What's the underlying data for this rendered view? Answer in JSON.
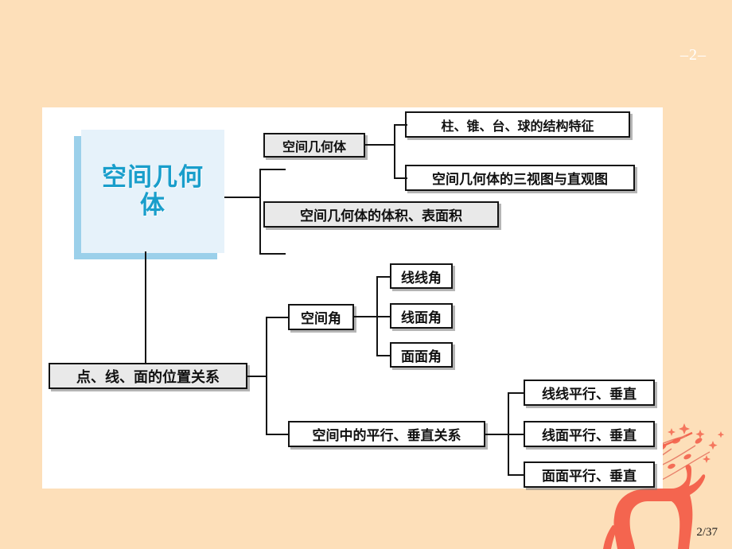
{
  "slide": {
    "number_marker": "–2–",
    "page_indicator": "2/37",
    "background_color": "#fddfb9",
    "panel_color": "#ffffff"
  },
  "decor": {
    "icon": "deer-and-branch-ornament",
    "color": "#f4654f"
  },
  "mindmap": {
    "root": {
      "label": "空间几何体",
      "fill_color": "#e6f2fa",
      "edge_color": "#9bd0ea",
      "text_color": "#199ecb"
    },
    "branches": [
      {
        "id": "solid-geometry",
        "label": "空间几何体",
        "style": "shaded",
        "children": [
          {
            "id": "structure-features",
            "label": "柱、锥、台、球的结构特征",
            "style": "plain-bold"
          },
          {
            "id": "three-views",
            "label": "空间几何体的三视图与直观图",
            "style": "plain-serif"
          }
        ]
      },
      {
        "id": "volume-surface",
        "label": "空间几何体的体积、表面积",
        "style": "shaded",
        "children": []
      },
      {
        "id": "point-line-plane",
        "label": "点、线、面的位置关系",
        "style": "shaded",
        "children": [
          {
            "id": "spatial-angle",
            "label": "空间角",
            "style": "plain-serif",
            "children": [
              {
                "id": "line-line-angle",
                "label": "线线角"
              },
              {
                "id": "line-plane-angle",
                "label": "线面角"
              },
              {
                "id": "plane-plane-angle",
                "label": "面面角"
              }
            ]
          },
          {
            "id": "parallel-perpendicular",
            "label": "空间中的平行、垂直关系",
            "style": "plain-serif",
            "children": [
              {
                "id": "line-line-rel",
                "label": "线线平行、垂直"
              },
              {
                "id": "line-plane-rel",
                "label": "线面平行、垂直"
              },
              {
                "id": "plane-plane-rel",
                "label": "面面平行、垂直"
              }
            ]
          }
        ]
      }
    ]
  }
}
